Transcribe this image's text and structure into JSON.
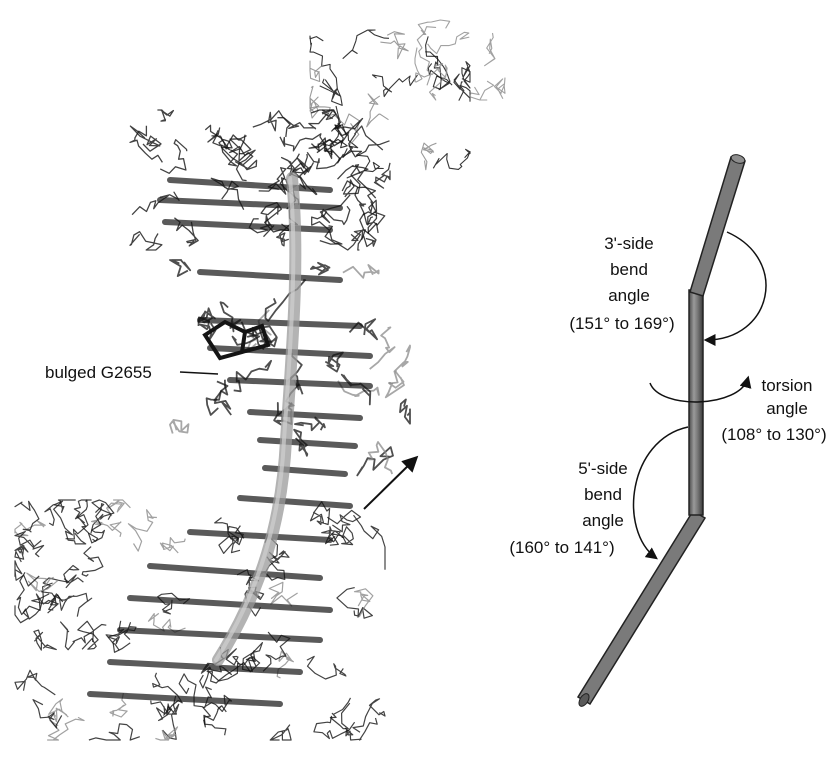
{
  "labels": {
    "bulged": "bulged G2655",
    "three_side": [
      "3'-side",
      "bend",
      "angle",
      "(151° to 169°)"
    ],
    "torsion": [
      "torsion",
      "angle",
      "(108° to 130°)"
    ],
    "five_side": [
      "5'-side",
      "bend",
      "angle",
      "(160° to 141°)"
    ]
  },
  "colors": {
    "structure_dark": "#141414",
    "structure_light": "#8a8a8a",
    "axis_rod": "#7c7c7c",
    "text": "#111111"
  }
}
